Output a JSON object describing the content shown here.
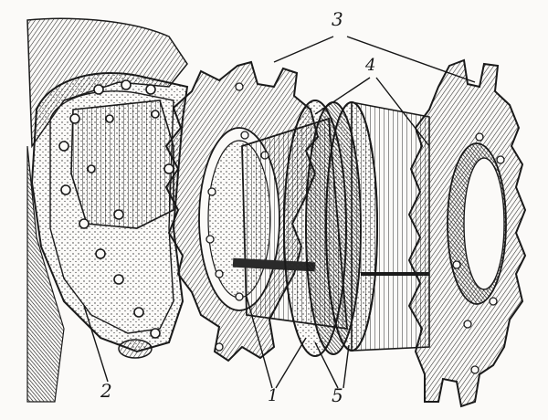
{
  "diagram": {
    "labels": {
      "label_1": "1",
      "label_2": "2",
      "label_3": "3",
      "label_4": "4",
      "label_5": "5"
    },
    "colors": {
      "ink": "#1a1a1a",
      "paper": "#fbfaf8",
      "shade": "#4a4a4a",
      "dark": "#0e0e0e"
    }
  }
}
